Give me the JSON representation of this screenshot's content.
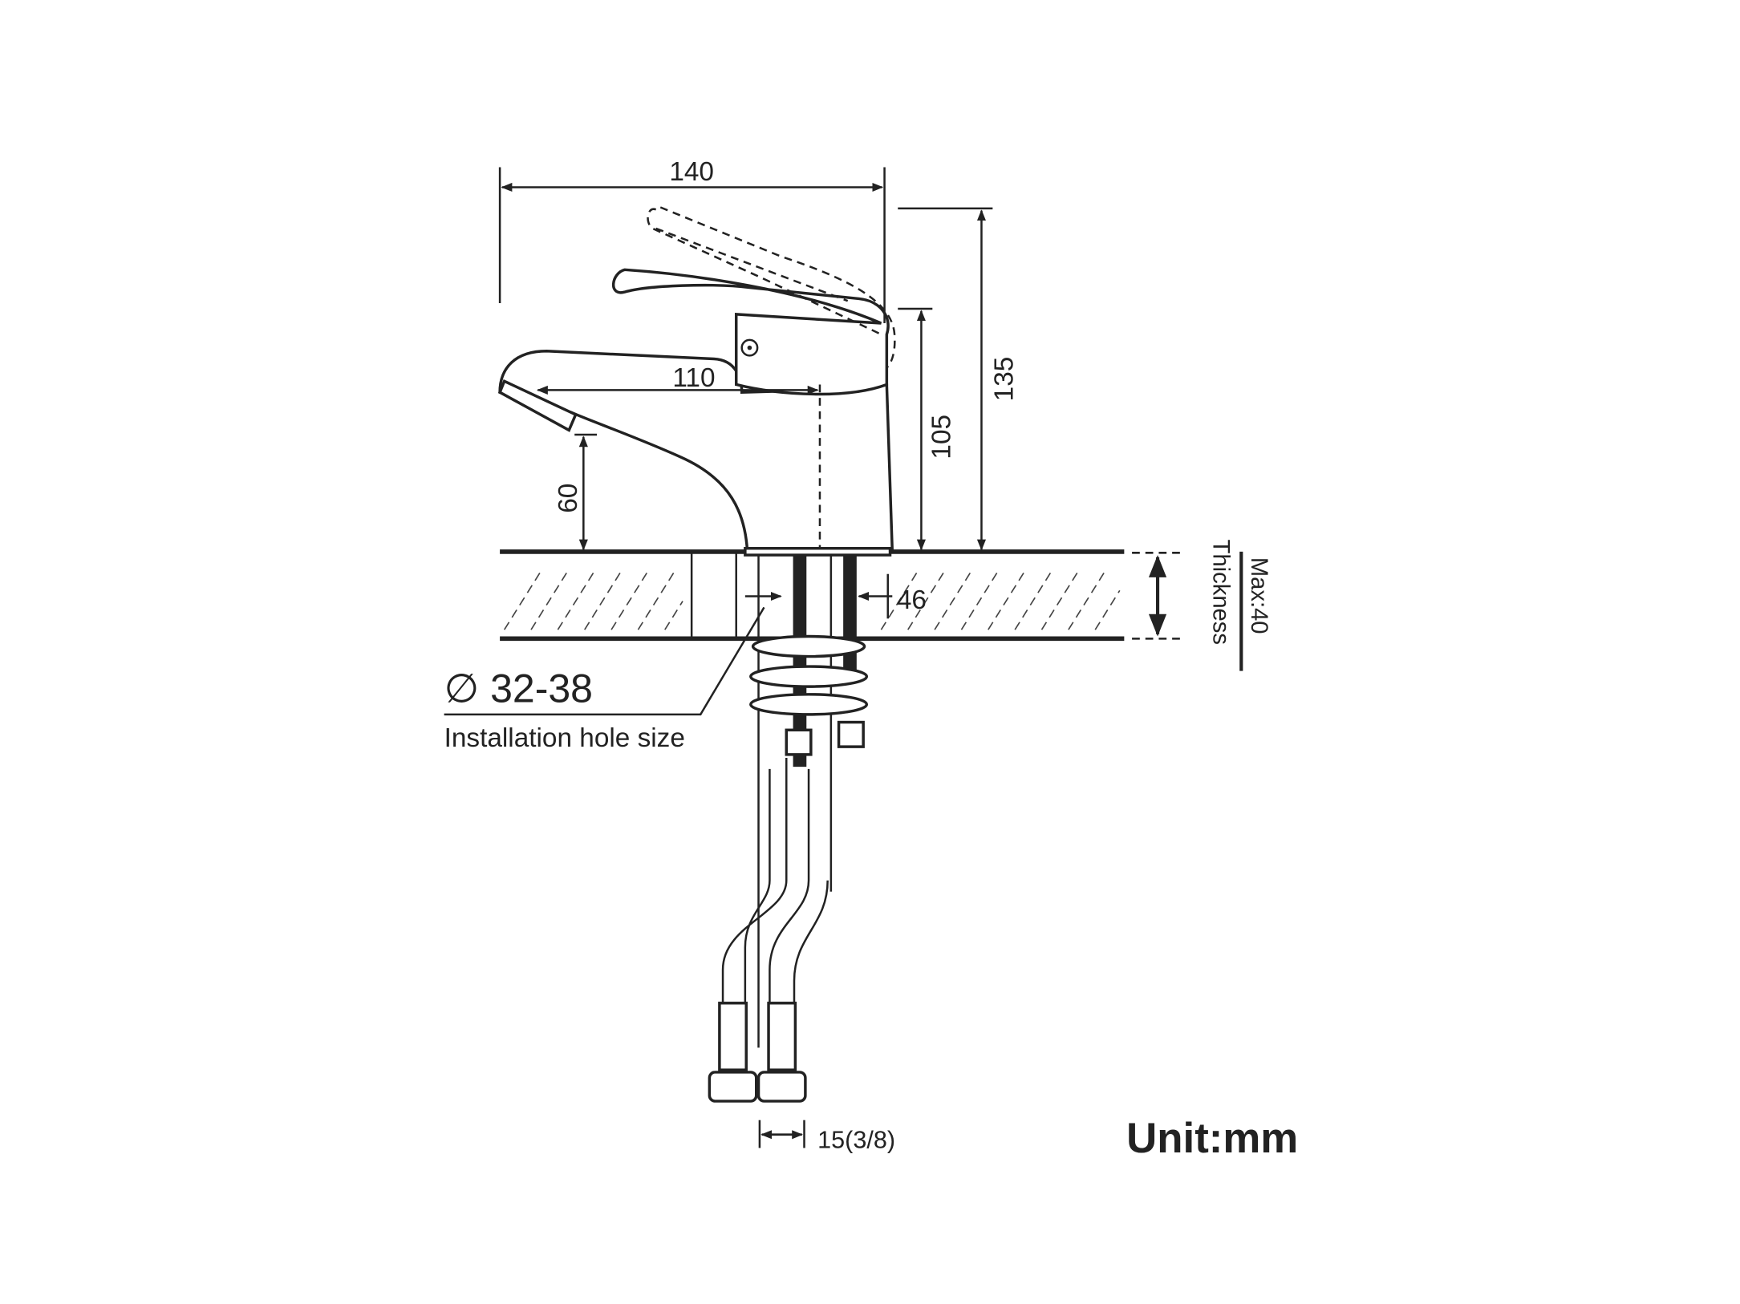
{
  "dimensions": {
    "overall_width": "140",
    "overall_height": "135",
    "body_height": "105",
    "spout_reach": "110",
    "spout_height": "60",
    "shank_width": "46",
    "hose_connector": "15(3/8)"
  },
  "installation": {
    "hole_size": "∅ 32-38",
    "hole_label": "Installation hole size"
  },
  "thickness": {
    "label": "Thickness",
    "max": "Max:40"
  },
  "unit": "Unit:mm",
  "colors": {
    "line": "#222222",
    "background": "#ffffff"
  }
}
